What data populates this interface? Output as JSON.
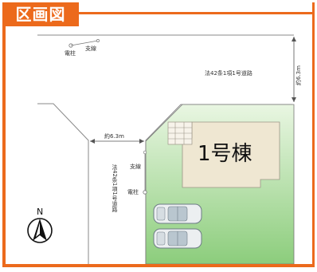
{
  "title": "区画図",
  "road_top": "法42条1項1号道路",
  "road_side": "法42条1項1号道路",
  "width_top": "約6.3m",
  "width_side": "約6.3m",
  "pole_label": "電柱",
  "guy_label": "支線",
  "building_label": "1号棟",
  "north_label": "N",
  "colors": {
    "accent": "#ec6a1c",
    "lot": "#a8d89a",
    "building": "#efe7d2"
  }
}
